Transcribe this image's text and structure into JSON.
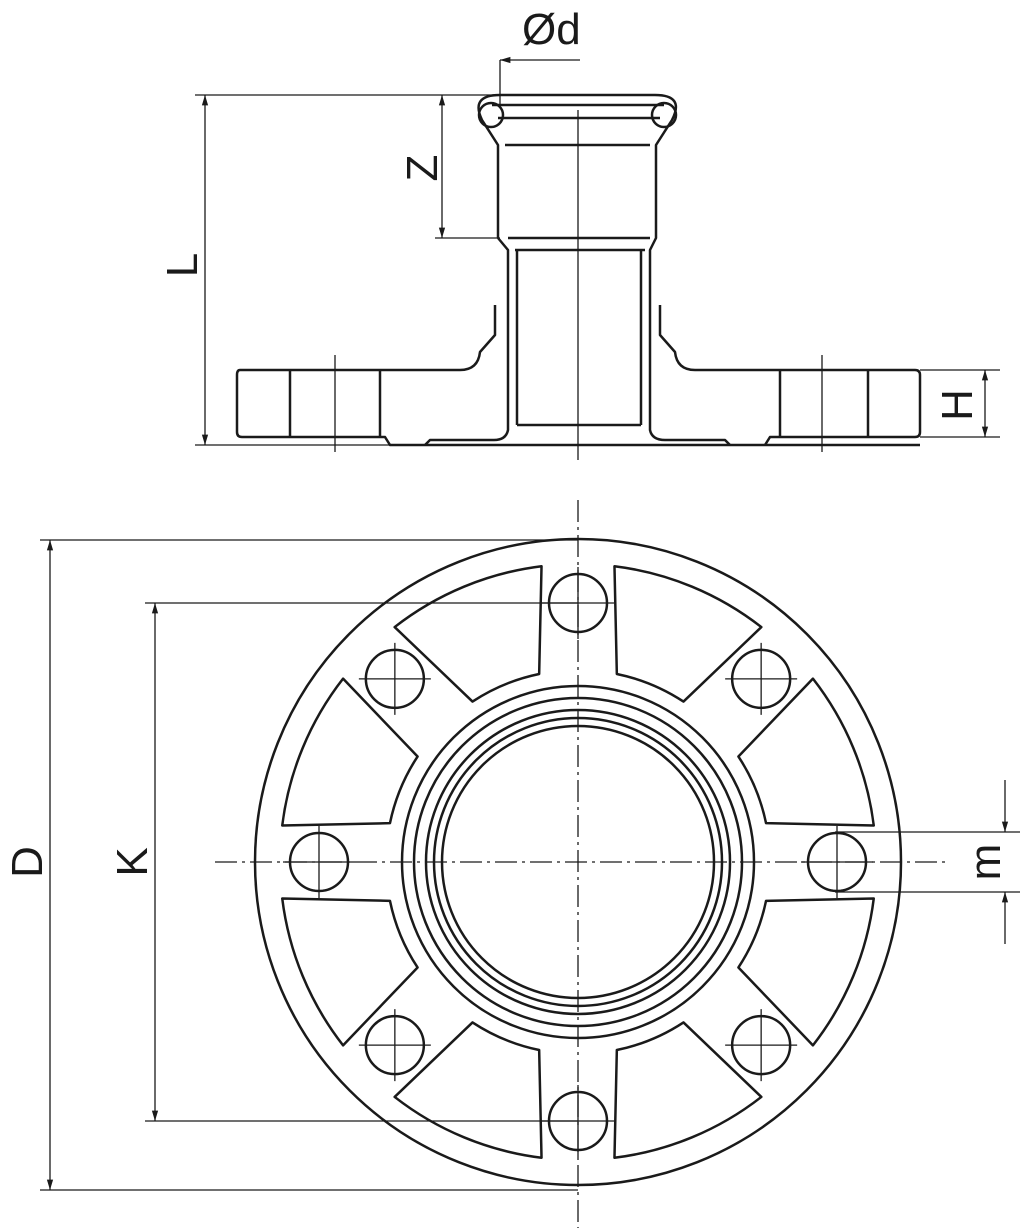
{
  "labels": {
    "d": "Ød",
    "z": "Z",
    "l": "L",
    "h": "H",
    "dia_outer": "D",
    "k": "K",
    "m": "m"
  },
  "bolt_holes": 8
}
